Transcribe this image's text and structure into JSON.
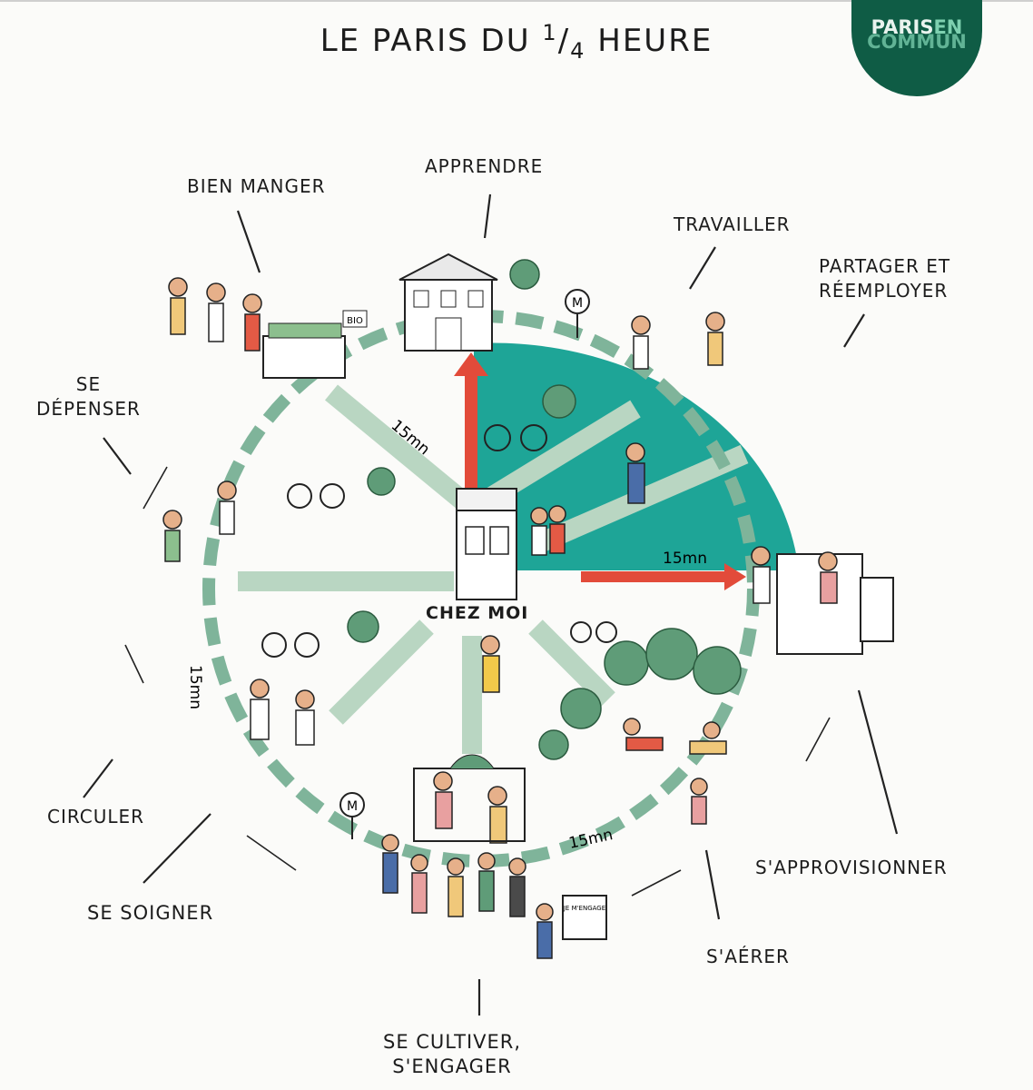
{
  "title": {
    "prefix": "LE PARIS DU ",
    "frac_num": "1",
    "frac_den": "4",
    "suffix": " HEURE"
  },
  "logo": {
    "line1_a": "PARIS",
    "line1_b": "EN",
    "line2": "COMMUN"
  },
  "center": "CHEZ MOI",
  "labels": {
    "apprendre": "APPRENDRE",
    "bien_manger": "BIEN MANGER",
    "travailler": "TRAVAILLER",
    "partager_1": "PARTAGER ET",
    "partager_2": "RÉEMPLOYER",
    "se_depenser_1": "SE",
    "se_depenser_2": "DÉPENSER",
    "circuler": "CIRCULER",
    "se_soigner": "SE SOIGNER",
    "sapprovisionner": "S'APPROVISIONNER",
    "saerer": "S'AÉRER",
    "se_cultiver_1": "SE CULTIVER,",
    "se_cultiver_2": "S'ENGAGER"
  },
  "distances": {
    "top": "15mn",
    "right": "15mn",
    "left": "15mn",
    "bottom": "15mn"
  },
  "signs": {
    "bio": "BIO",
    "metro": "M",
    "jemengage": "JE M'ENGAGE"
  },
  "colors": {
    "teal": "#1ea597",
    "green_dash": "#7fb49a",
    "road": "#b9d6c2",
    "arrow": "#e24b3a",
    "logo_bg": "#0f5c45"
  }
}
